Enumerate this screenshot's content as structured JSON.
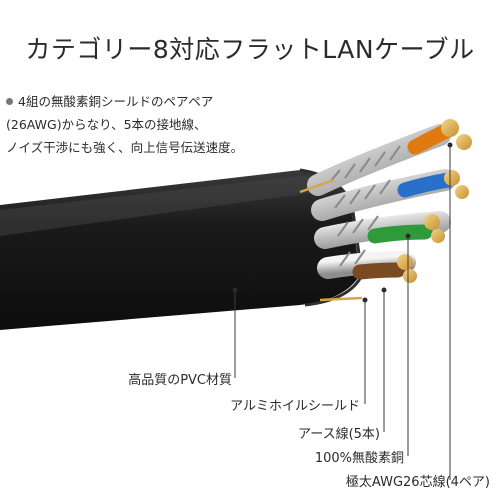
{
  "title": "カテゴリー8対応フラットLANケーブル",
  "description": {
    "lines": [
      "4組の無酸素銅シールドのペアペア",
      "(26AWG)からなり、5本の接地線、",
      "ノイズ干渉にも強く、向上信号伝送速度。"
    ]
  },
  "labels": [
    "高品質のPVC材質",
    "アルミホイルシールド",
    "アース線(5本)",
    "100%無酸素銅",
    "極太AWG26芯線(4ペア)"
  ],
  "colors": {
    "jacket": "#1c1c1c",
    "pair_orange": "#e07a10",
    "pair_blue": "#2a6fc9",
    "pair_green": "#2e9a3a",
    "pair_brown": "#7a4a22",
    "copper": "#e1b25a",
    "foil": "#d9d9d9"
  },
  "icons": {
    "bullet": "bullet-dot-icon"
  }
}
